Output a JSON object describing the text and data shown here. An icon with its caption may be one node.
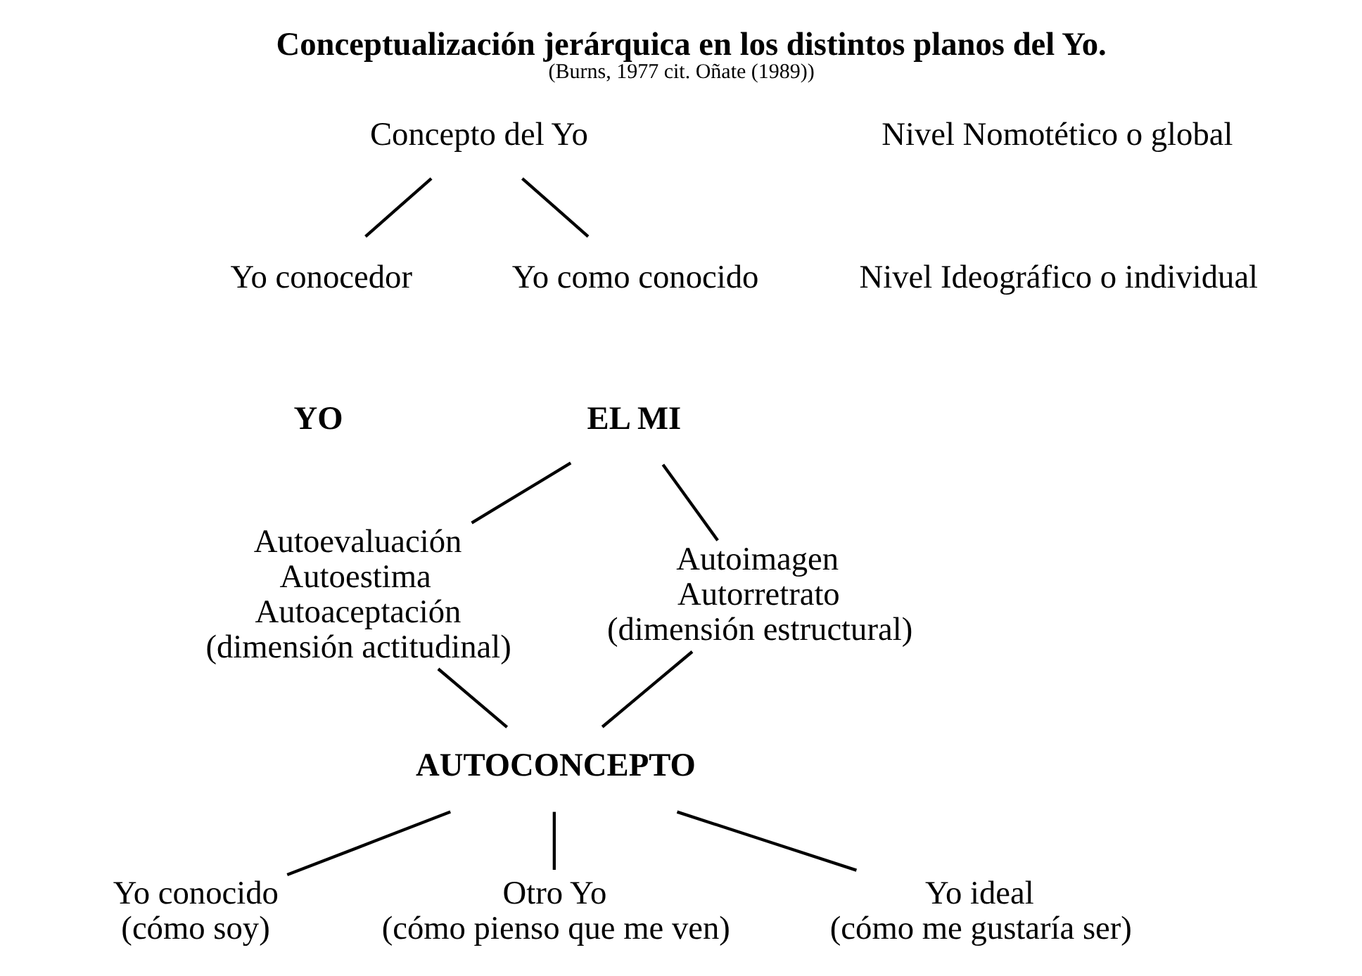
{
  "diagram": {
    "title": "Conceptualización jerárquica en los distintos planos del Yo.",
    "caption": "(Burns, 1977 cit. Oñate (1989))",
    "nodes": [
      {
        "text": [
          "Concepto del Yo"
        ]
      },
      {
        "text": [
          "Yo conocedor"
        ]
      },
      {
        "text": [
          "Yo como conocido"
        ]
      },
      {
        "text": [
          "EL MI"
        ]
      },
      {
        "text": [
          "Autoevaluación",
          "Autoestima",
          "Autoaceptación",
          "(dimensión actitudinal)"
        ]
      },
      {
        "text": [
          "Autoimagen",
          "Autorretrato",
          "(dimensión estructural)"
        ]
      },
      {
        "text": [
          "AUTOCONCEPTO"
        ]
      },
      {
        "text": [
          "Yo conocido",
          "(cómo soy)"
        ]
      },
      {
        "text": [
          "Otro Yo",
          "(cómo pienso que me ven)"
        ]
      },
      {
        "text": [
          "Yo ideal",
          "(cómo me gustaría ser)"
        ]
      }
    ],
    "edges": [
      {
        "from": 0,
        "to": 1,
        "arrow": "none"
      },
      {
        "from": 0,
        "to": 2,
        "arrow": "none"
      },
      {
        "from": 3,
        "to": 4,
        "arrow": "none"
      },
      {
        "from": 3,
        "to": 5,
        "arrow": "none"
      },
      {
        "from": 4,
        "to": 6,
        "arrow": "none"
      },
      {
        "from": 5,
        "to": 6,
        "arrow": "none"
      },
      {
        "from": 6,
        "to": 7,
        "arrow": "none"
      },
      {
        "from": 6,
        "to": 8,
        "arrow": "none"
      },
      {
        "from": 6,
        "to": 9,
        "arrow": "none"
      }
    ],
    "labels": [
      "Nivel Nomotético o global",
      "Nivel Ideográfico o individual",
      "YO"
    ]
  }
}
